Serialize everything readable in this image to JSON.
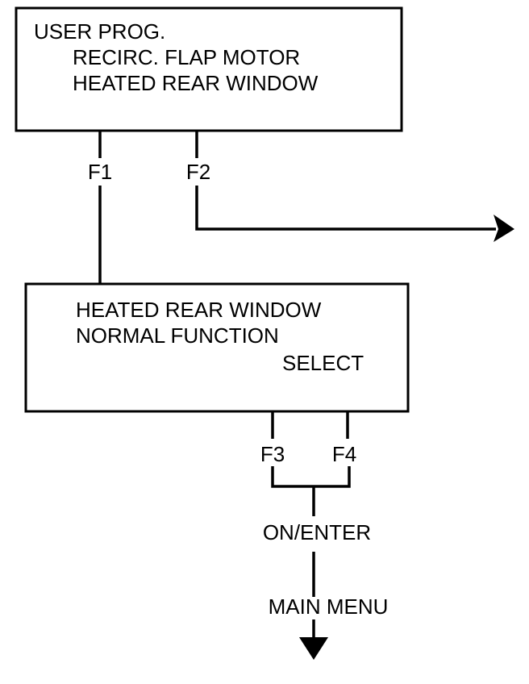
{
  "box1": {
    "line1": "USER PROG.",
    "line2": "RECIRC. FLAP MOTOR",
    "line3": "HEATED REAR WINDOW"
  },
  "keys": {
    "f1": "F1",
    "f2": "F2",
    "f3": "F3",
    "f4": "F4"
  },
  "box2": {
    "line1": "HEATED REAR WINDOW",
    "line2": "NORMAL FUNCTION",
    "line3": "SELECT"
  },
  "flow": {
    "on_enter": "ON/ENTER",
    "main_menu": "MAIN MENU"
  },
  "colors": {
    "ink": "#000000",
    "paper": "#ffffff"
  }
}
